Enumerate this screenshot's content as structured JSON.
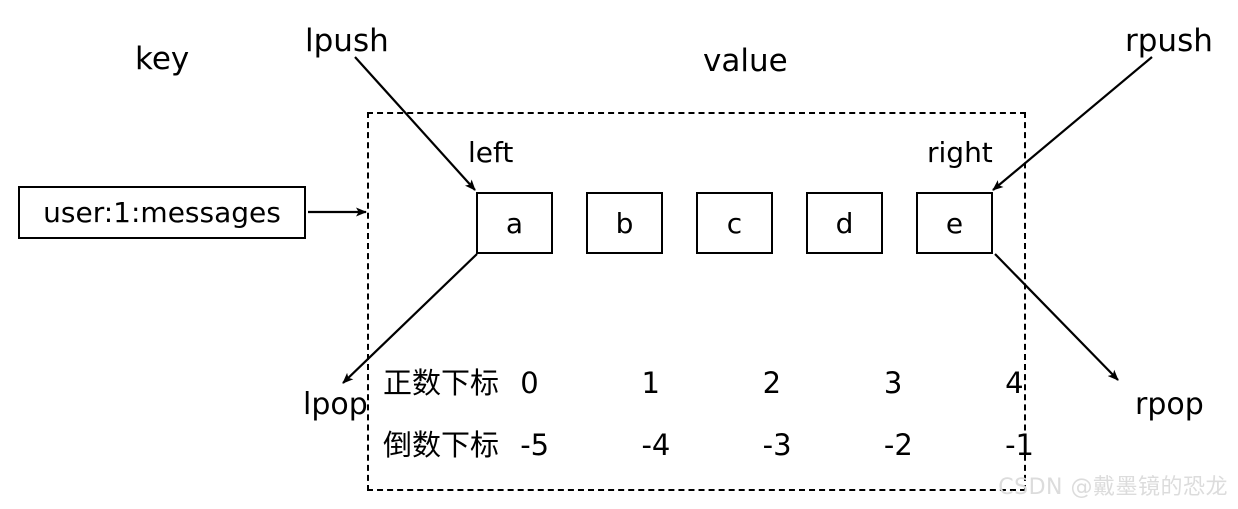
{
  "diagram": {
    "title_captions": {
      "key": "key",
      "lpush": "lpush",
      "value": "value",
      "rpush": "rpush"
    },
    "side_captions": {
      "left": "left",
      "right": "right"
    },
    "pop_captions": {
      "lpop": "lpop",
      "rpop": "rpop"
    },
    "key_box": {
      "label": "user:1:messages"
    },
    "elements": [
      {
        "label": "a",
        "pos_index": "0",
        "neg_index": "-5"
      },
      {
        "label": "b",
        "pos_index": "1",
        "neg_index": "-4"
      },
      {
        "label": "c",
        "pos_index": "2",
        "neg_index": "-3"
      },
      {
        "label": "d",
        "pos_index": "3",
        "neg_index": "-2"
      },
      {
        "label": "e",
        "pos_index": "4",
        "neg_index": "-1"
      }
    ],
    "index_rows": {
      "positive_label": "正数下标",
      "negative_label": "倒数下标"
    },
    "watermark": "CSDN @戴墨镜的恐龙",
    "colors": {
      "stroke": "#000000",
      "background": "#ffffff",
      "watermark": "#dcdcdc"
    }
  }
}
